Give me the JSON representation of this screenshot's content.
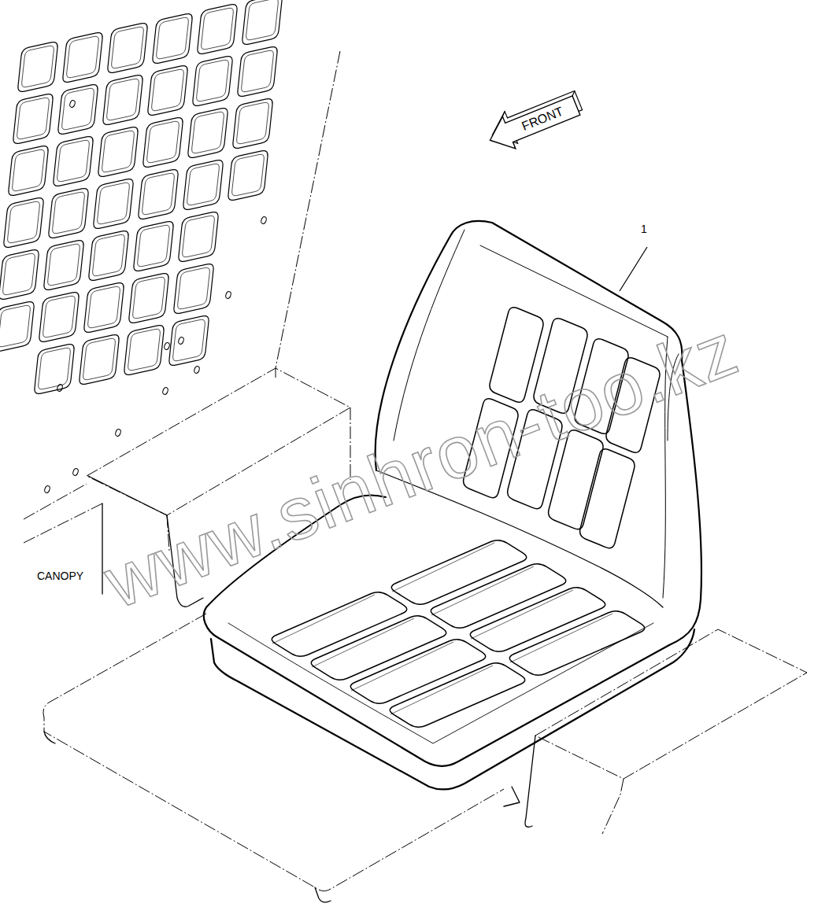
{
  "diagram": {
    "nodes": [
      {
        "text": [
          "FRONT"
        ]
      }
    ],
    "labels": [
      "1",
      "CANOPY",
      "www.sinhron-too.kz"
    ]
  }
}
